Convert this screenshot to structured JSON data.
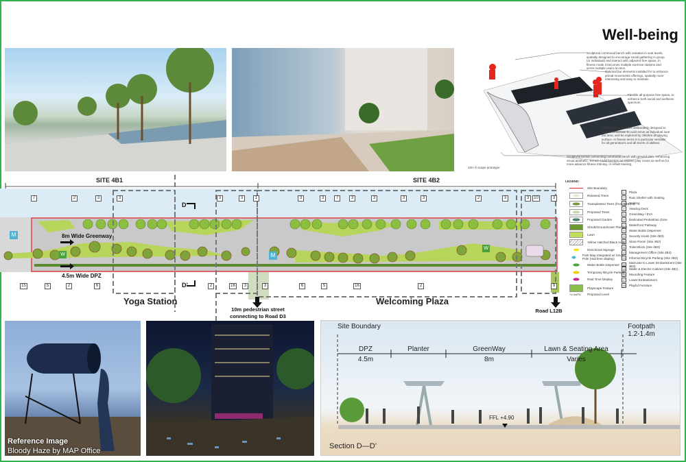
{
  "title": "Well-being",
  "wellbeing_notes": [
    "Sculptural communal bench with variation in seat levels, spatially designed to encourage social gathering in group (or individual) and interact with adjacent free space. In fitness mode it becomes multiple exercise stations and serve multiple users at once.",
    "Optional bar elements installed for to enhance primal movements offerings, spatially more interesting and easy to maintain.",
    "Flexible all-purpose free space, to enhance both social and wellness spectrum.",
    "Multi-purpose terraces deliberately designed to look adventurous; it could serve as individual seat out area, and be explored by children as playing surface. In fitness terms it is particular versatile for all generations and all levels of abilities.",
    "Sculptural terrain connecting communal bench with ground plan, enhancing visual aesthetic. Terrain could function as children play zones as well as for more advance fitness training, or rehab training."
  ],
  "prototype_caption": "10m X-scape prototype",
  "plan": {
    "site_4b1": "SITE 4B1",
    "site_4b2": "SITE 4B2",
    "greenway": "8m Wide Greenway",
    "dpz": "4.5m Wide DPZ",
    "section_top": "D",
    "section_bottom": "D’",
    "yoga": "Yoga Station",
    "plaza": "Welcoming Plaza",
    "ped_street": "10m pedestrian street connecting to Road D3",
    "road": "Road L12B",
    "marker_m": "M",
    "marker_w": "W",
    "top_callouts": [
      "7",
      "2",
      "3",
      "3",
      "3",
      "3",
      "1",
      "3",
      "3",
      "7",
      "3",
      "3",
      "3",
      "3",
      "2",
      "3",
      "3",
      "10",
      "3"
    ],
    "bottom_callouts": [
      "15",
      "5",
      "2",
      "6",
      "2",
      "16",
      "3",
      "3",
      "6",
      "5",
      "16",
      "2",
      "9"
    ]
  },
  "legend": {
    "heading": "LEGEND:",
    "symbols": [
      "Site Boundary",
      "Retained Trees",
      "Transplanted Trees (from N4B2/3)",
      "Proposed Trees",
      "Proposed Garden",
      "Shrub/Groundcover Planting",
      "Lawn",
      "Yellow Hatched Black Area",
      "Directional Signage",
      "Park Map integrated w/ Smart Pole (real time display)",
      "Water Bottle Dispenser",
      "Temporary Bicycle Parking",
      "Real Time Display",
      "Playscape Feature",
      "Proposed Level"
    ],
    "level_value": "+4.9mPD",
    "numbered": [
      {
        "n": "1",
        "t": "Plaza"
      },
      {
        "n": "2",
        "t": "Rain Shelter with Seating"
      },
      {
        "n": "3",
        "t": "Seating"
      },
      {
        "n": "4",
        "t": "Viewing Deck"
      },
      {
        "n": "5",
        "t": "GreenWay / EVA"
      },
      {
        "n": "6",
        "t": "Dedicated Pedestrian Zone"
      },
      {
        "n": "7",
        "t": "Waterfront Pathway"
      },
      {
        "n": "8",
        "t": "Water Bottle Dispenser"
      },
      {
        "n": "9",
        "t": "Security Kiosk (Site 4B3)"
      },
      {
        "n": "10",
        "t": "Store Room (Site 4B2)"
      },
      {
        "n": "11",
        "t": "Toilet Block (Site 4B3)"
      },
      {
        "n": "12",
        "t": "Management Office (Site 4B4)"
      },
      {
        "n": "13",
        "t": "Informal Bicycle Parking (Site 4B3)"
      },
      {
        "n": "14",
        "t": "Staircase to Lower Embankment (Site 4B3)"
      },
      {
        "n": "15",
        "t": "Water & Electric Cabinet (Site 4B1)"
      },
      {
        "n": "16",
        "t": "Mounding Feature"
      },
      {
        "n": "17",
        "t": "Lower Embankment"
      },
      {
        "n": "18",
        "t": "Playful Furniture"
      }
    ]
  },
  "reference": {
    "label": "Reference Image",
    "credit": "Bloody Haze by MAP Office"
  },
  "section": {
    "site_boundary": "Site Boundary",
    "dpz": "DPZ",
    "dpz_w": "4.5m",
    "planter": "Planter",
    "greenway": "GreenWay",
    "greenway_w": "8m",
    "lawn": "Lawn & Seating Area",
    "lawn_w": "Varies",
    "footpath": "Footpath",
    "footpath_w": "1.2-1.4m",
    "ffl": "FFL +4.90",
    "name": "Section D—D’"
  },
  "colors": {
    "border": "#2fb34c",
    "boundary": "#e0202a",
    "lawn": "#b7d55a",
    "tree": "#8cbf3f",
    "paving": "#c9c9c9"
  }
}
